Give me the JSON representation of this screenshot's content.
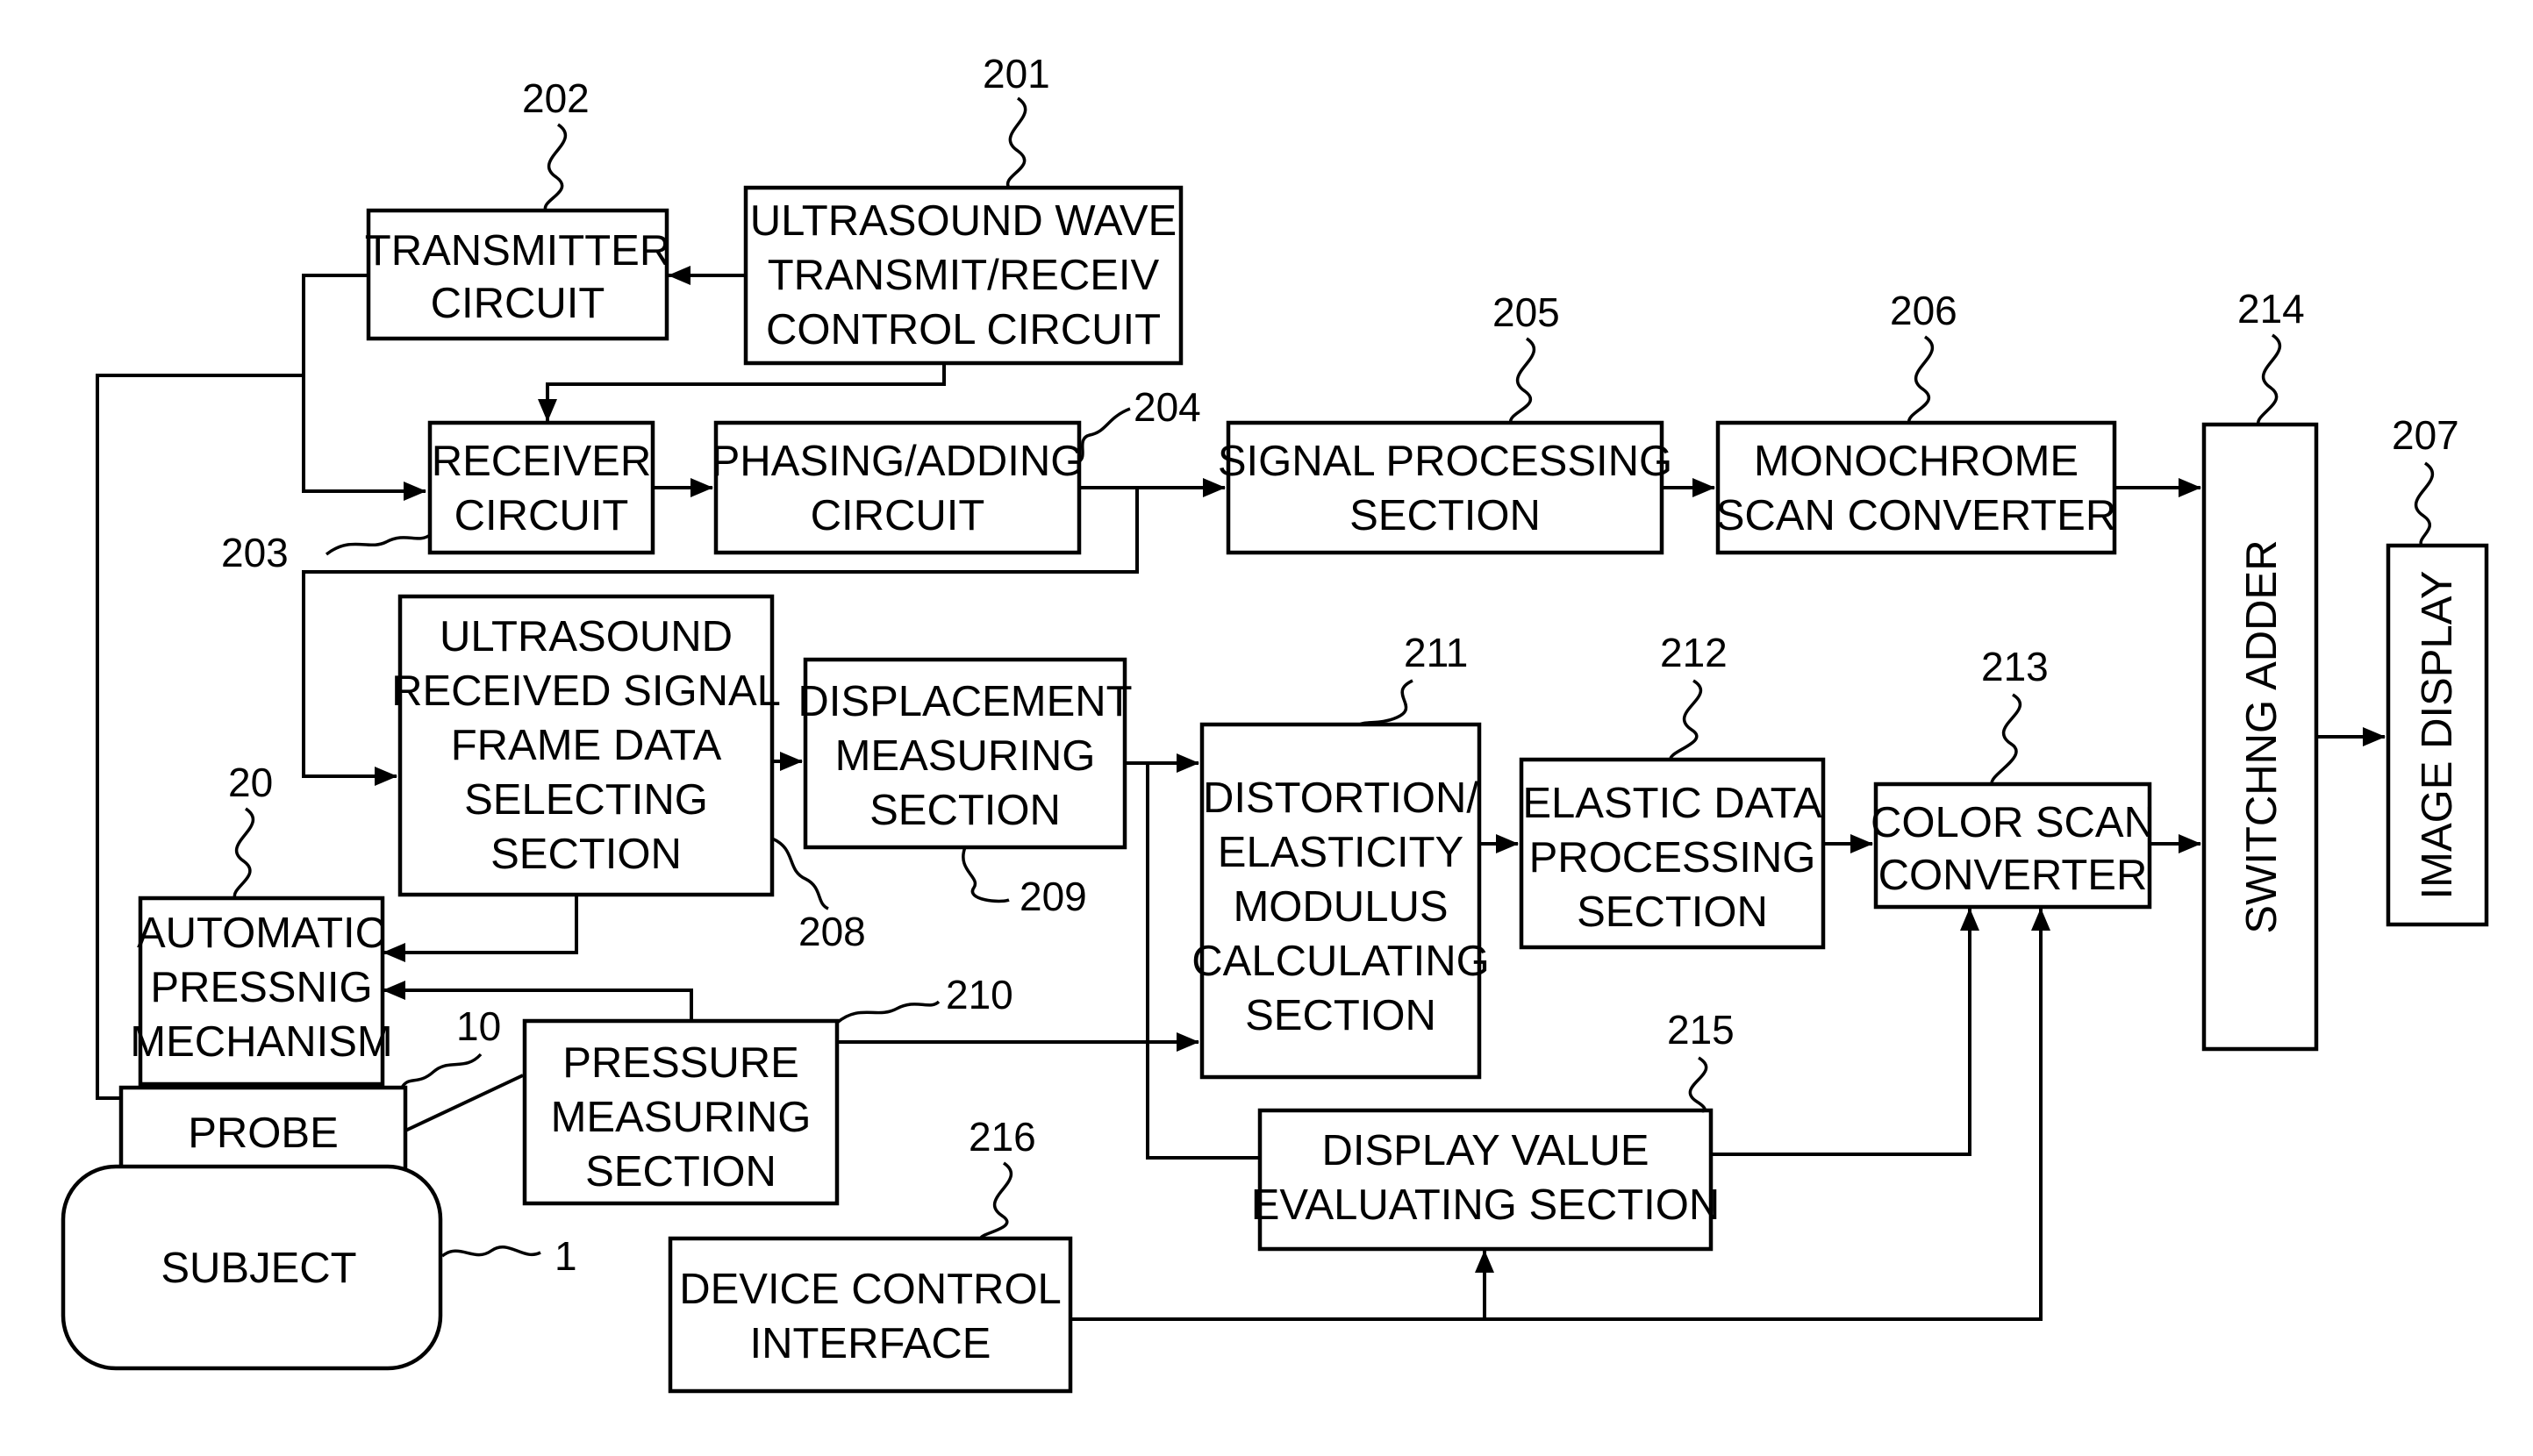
{
  "blocks": {
    "b201": [
      "ULTRASOUND WAVE",
      "TRANSMIT/RECEIV",
      "CONTROL CIRCUIT"
    ],
    "b202": [
      "TRANSMITTER",
      "CIRCUIT"
    ],
    "b203": [
      "RECEIVER",
      "CIRCUIT"
    ],
    "b204": [
      "PHASING/ADDING",
      "CIRCUIT"
    ],
    "b205": [
      "SIGNAL PROCESSING",
      "SECTION"
    ],
    "b206": [
      "MONOCHROME",
      "SCAN CONVERTER"
    ],
    "b207": [
      "IMAGE DISPLAY"
    ],
    "b208": [
      "ULTRASOUND",
      "RECEIVED SIGNAL",
      "FRAME DATA",
      "SELECTING",
      "SECTION"
    ],
    "b209": [
      "DISPLACEMENT",
      "MEASURING",
      "SECTION"
    ],
    "b210": [
      "PRESSURE",
      "MEASURING",
      "SECTION"
    ],
    "b211": [
      "DISTORTION/",
      "ELASTICITY",
      "MODULUS",
      "CALCULATING",
      "SECTION"
    ],
    "b212": [
      "ELASTIC DATA",
      "PROCESSING",
      "SECTION"
    ],
    "b213": [
      "COLOR SCAN",
      "CONVERTER"
    ],
    "b214": [
      "SWITCHNG ADDER"
    ],
    "b215": [
      "DISPLAY VALUE",
      "EVALUATING SECTION"
    ],
    "b216": [
      "DEVICE CONTROL",
      "INTERFACE"
    ],
    "b20": [
      "AUTOMATIC",
      "PRESSNIG",
      "MECHANISM"
    ],
    "b10": [
      "PROBE"
    ],
    "b1": [
      "SUBJECT"
    ]
  },
  "refs": {
    "r201": "201",
    "r202": "202",
    "r203": "203",
    "r204": "204",
    "r205": "205",
    "r206": "206",
    "r207": "207",
    "r208": "208",
    "r209": "209",
    "r210": "210",
    "r211": "211",
    "r212": "212",
    "r213": "213",
    "r214": "214",
    "r215": "215",
    "r216": "216",
    "r20": "20",
    "r10": "10",
    "r1": "1"
  }
}
